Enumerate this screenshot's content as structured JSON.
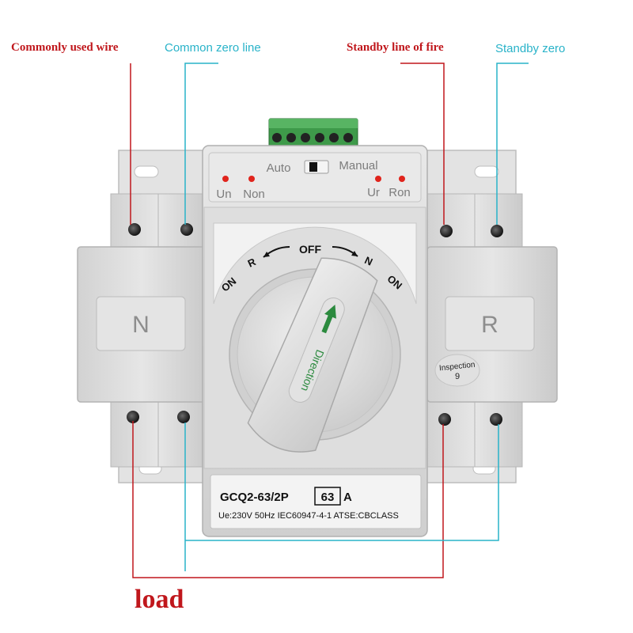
{
  "labels": {
    "commonly_used_wire": "Commonly used wire",
    "common_zero_line": "Common zero line",
    "standby_line_of_fire": "Standby line of fire",
    "standby_zero": "Standby zero",
    "load": "load"
  },
  "device": {
    "panel": {
      "auto": "Auto",
      "manual": "Manual",
      "un": "Un",
      "non": "Non",
      "ur": "Ur",
      "ron": "Ron"
    },
    "dial": {
      "on_left": "ON",
      "r": "R",
      "off": "OFF",
      "n": "N",
      "on_right": "ON"
    },
    "handle_text": "Direction",
    "side_left": "N",
    "side_right": "R",
    "inspection": "Inspection",
    "inspection_number": "9",
    "model": "GCQ2-63/2P",
    "rating": "63",
    "rating_unit": "A",
    "spec": "Ue:230V  50Hz  IEC60947-4-1 ATSE:CBCLASS"
  },
  "colors": {
    "red_label": "#c0171c",
    "cyan_label": "#29b3c9",
    "body_grey": "#dcdcdc",
    "terminal_green": "#3e9a4a",
    "led_red": "#e0241c"
  }
}
